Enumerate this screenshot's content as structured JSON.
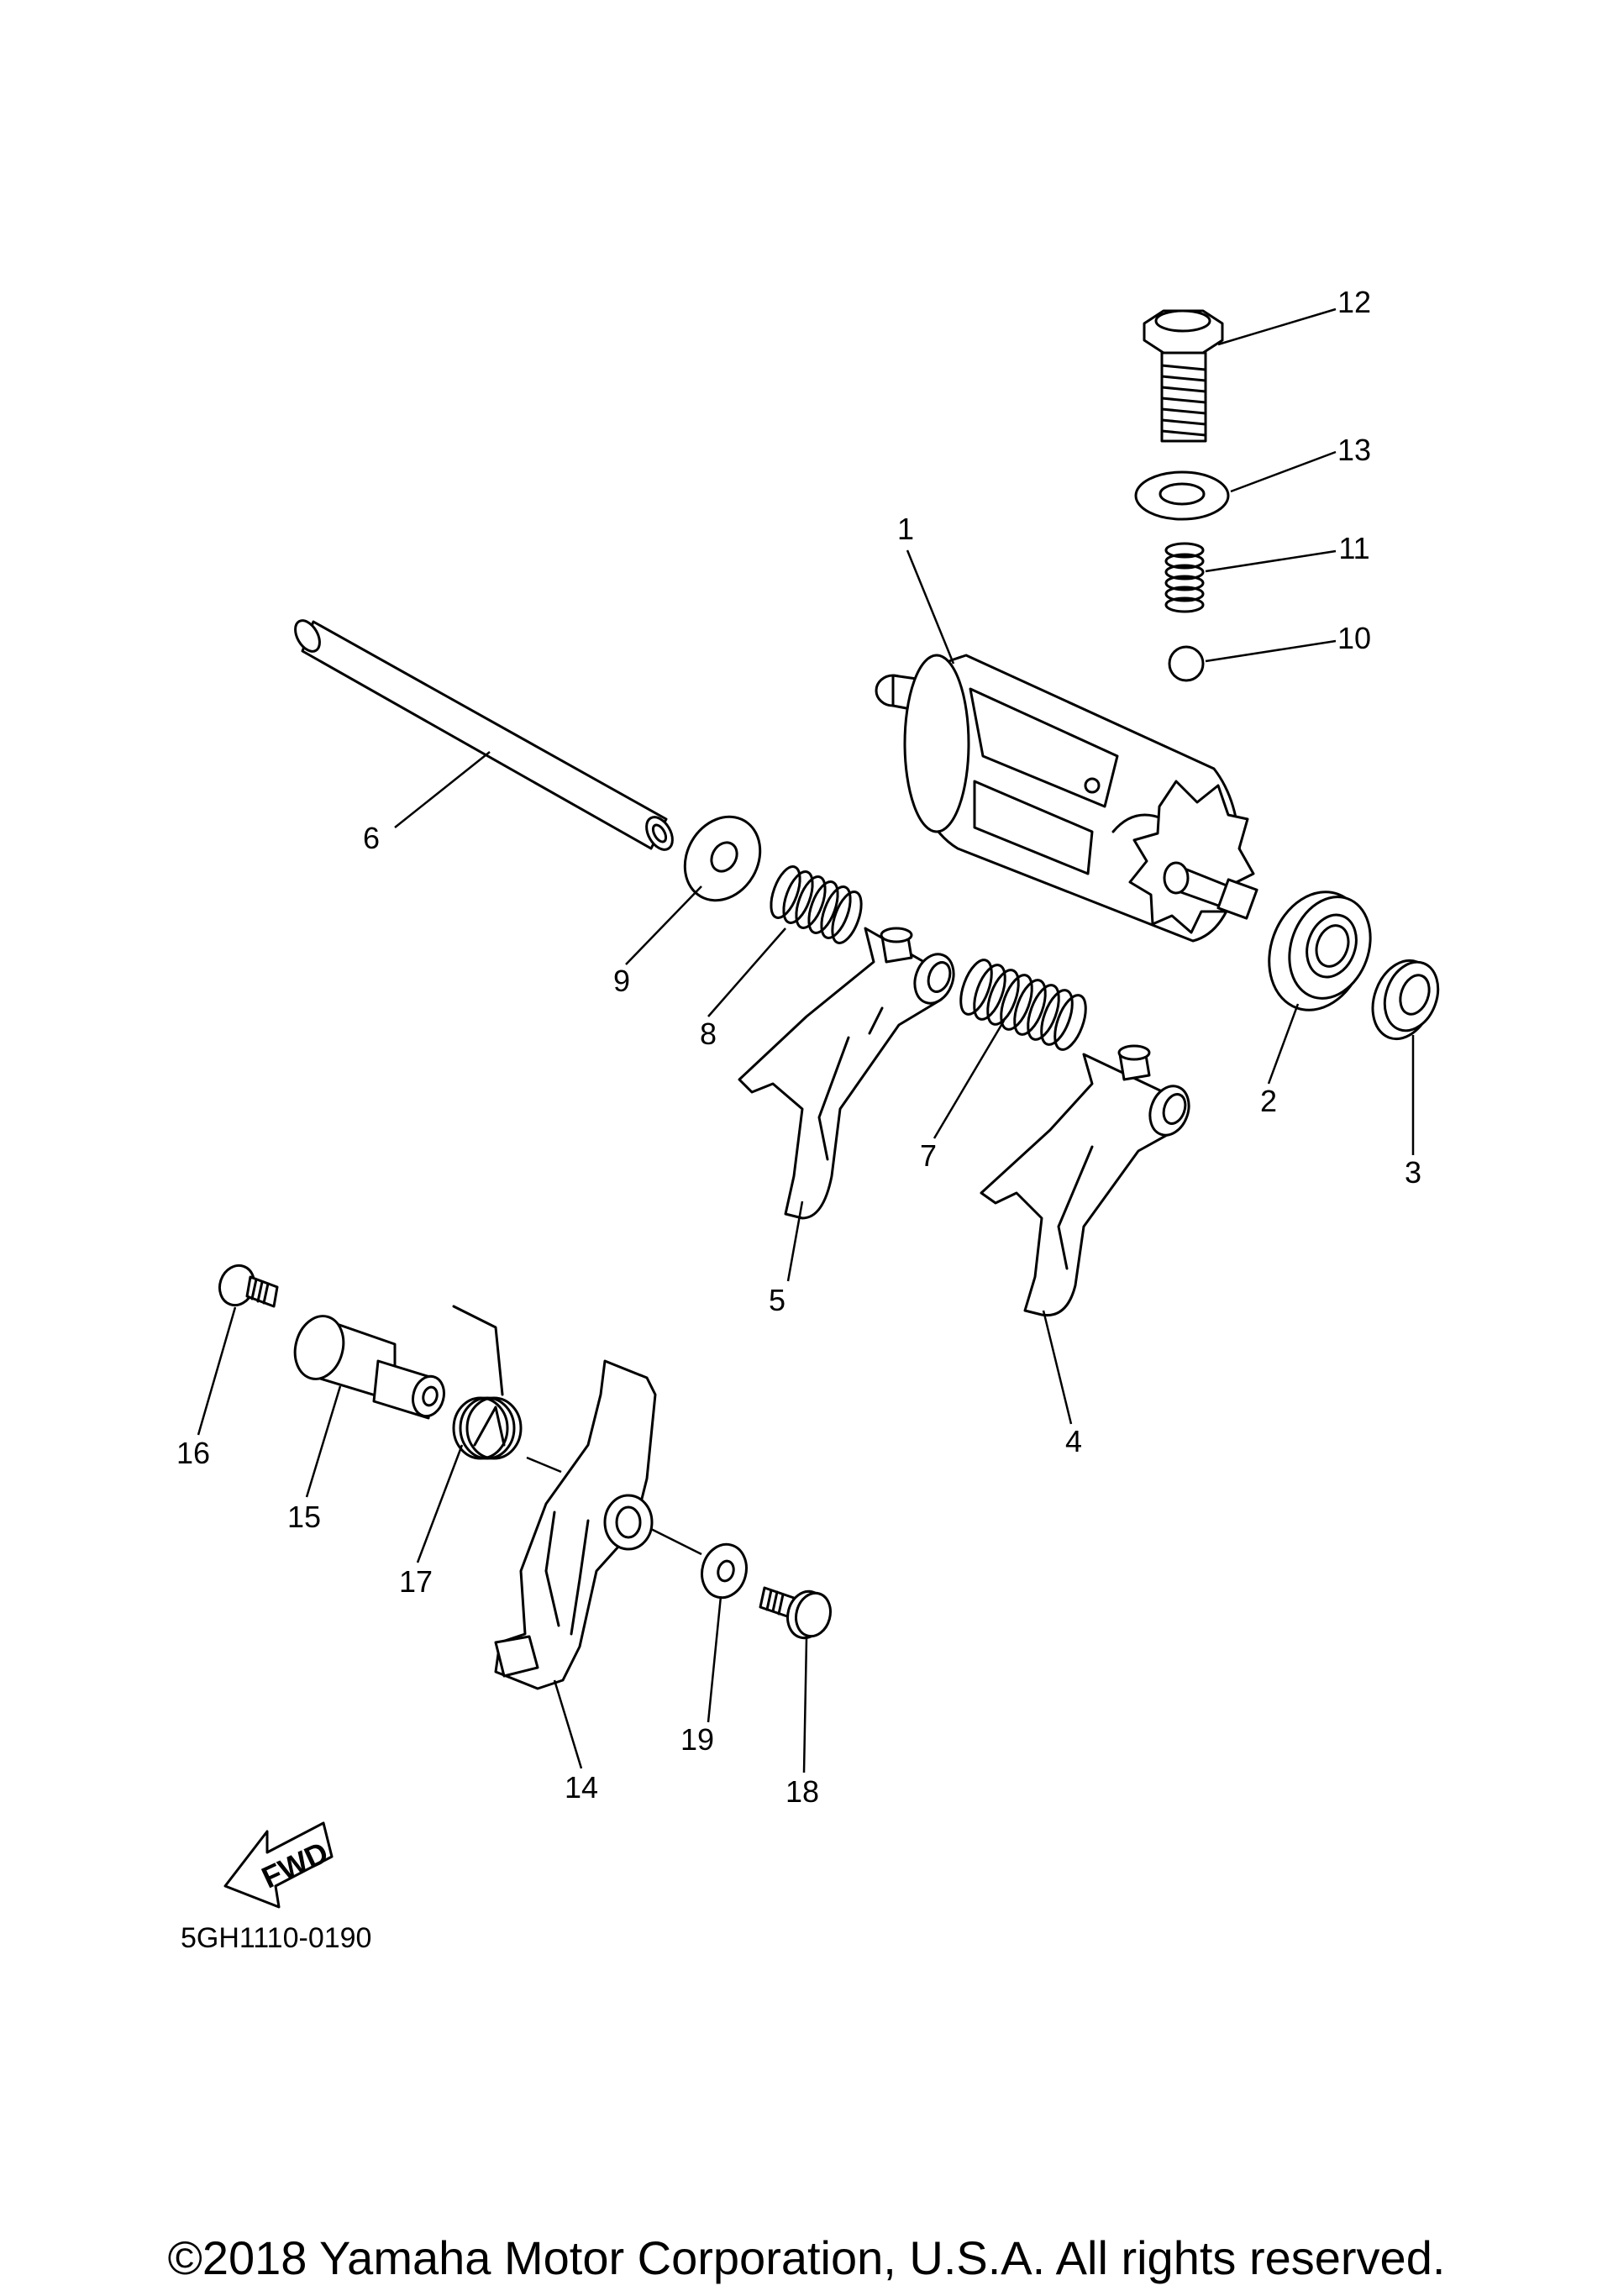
{
  "diagram": {
    "callouts": [
      "1",
      "2",
      "3",
      "4",
      "5",
      "6",
      "7",
      "8",
      "9",
      "10",
      "11",
      "12",
      "13",
      "14",
      "15",
      "16",
      "17",
      "18",
      "19"
    ],
    "fwd_label": "FWD",
    "diagram_code": "5GH1110-0190"
  },
  "footer": {
    "copyright": "©2018 Yamaha Motor Corporation, U.S.A. All rights reserved."
  }
}
